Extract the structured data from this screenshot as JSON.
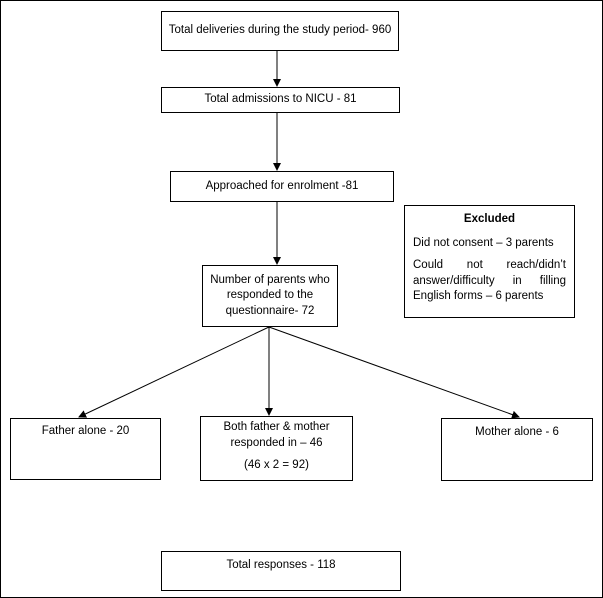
{
  "flowchart": {
    "total_deliveries": "Total deliveries during the study period- 960",
    "total_admissions": "Total admissions to NICU - 81",
    "approached": "Approached for enrolment -81",
    "excluded": {
      "title": "Excluded",
      "items": [
        "Did not consent – 3 parents",
        "Could not reach/didn’t answer/difficulty in filling English forms – 6 parents"
      ]
    },
    "responded": "Number of parents who responded to the questionnaire- 72",
    "father_alone": "Father alone - 20",
    "both": {
      "line1": "Both father & mother responded in – 46",
      "calc": "(46 x 2 = 92)"
    },
    "mother_alone": "Mother alone - 6",
    "total_responses": "Total responses - 118"
  }
}
